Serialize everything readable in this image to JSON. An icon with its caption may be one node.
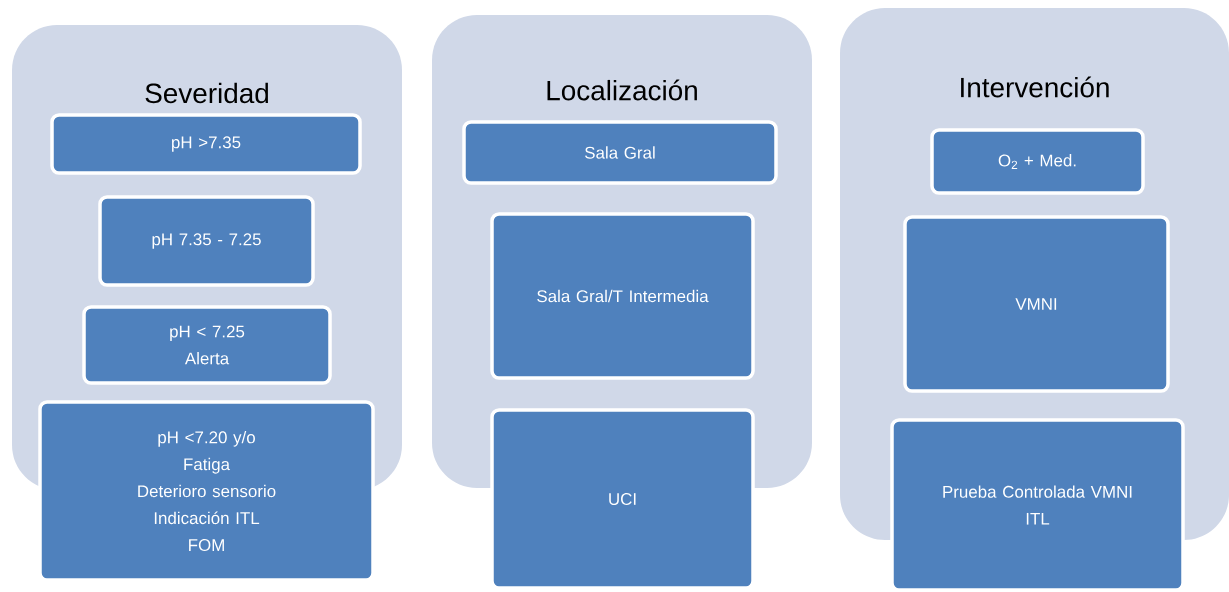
{
  "diagram": {
    "nodes": [
      {
        "text": [
          "Severidad"
        ]
      },
      {
        "text": [
          "pH >7.35"
        ],
        "in": 0
      },
      {
        "text": [
          "pH 7.35 - 7.25"
        ],
        "in": 0
      },
      {
        "text": [
          "pH < 7.25",
          "Alerta"
        ],
        "in": 0
      },
      {
        "text": [
          "pH <7.20 y/o",
          "Fatiga",
          "Deterioro sensorio",
          "Indicación ITL",
          "FOM"
        ]
      },
      {
        "text": [
          "Localización"
        ]
      },
      {
        "text": [
          "Sala Gral"
        ],
        "in": 5
      },
      {
        "text": [
          "Sala Gral/T Intermedia"
        ],
        "in": 5
      },
      {
        "text": [
          "UCI"
        ]
      },
      {
        "text": [
          "Intervención"
        ]
      },
      {
        "text": [
          "O$_{2}$ + Med."
        ],
        "in": 9
      },
      {
        "text": [
          "VMNI"
        ],
        "in": 9
      },
      {
        "text": [
          "Prueba Controlada VMNI",
          "ITL"
        ]
      }
    ],
    "edges": []
  }
}
